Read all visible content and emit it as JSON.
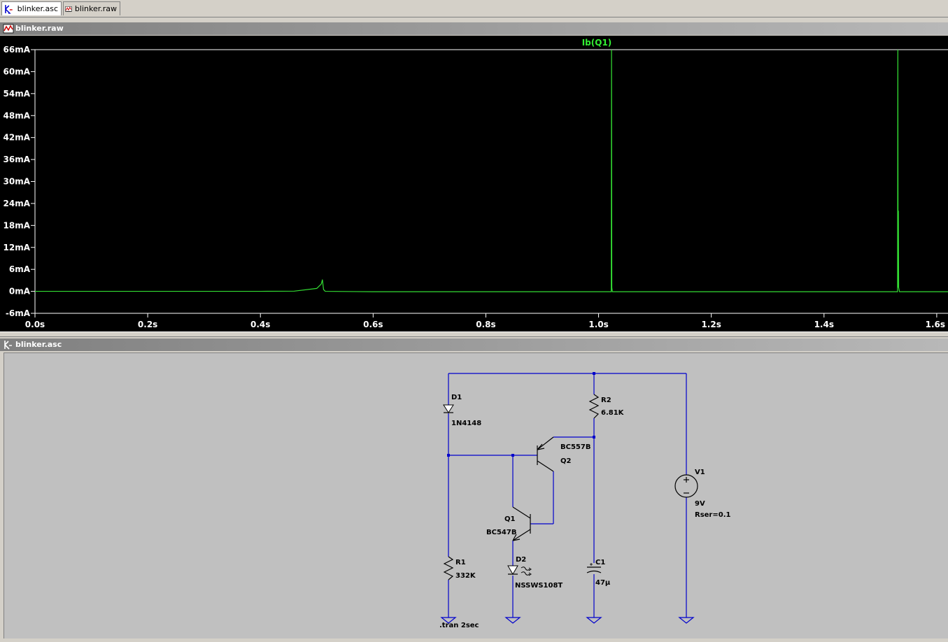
{
  "tabs": [
    {
      "label": "blinker.asc",
      "icon": "schematic-icon"
    },
    {
      "label": "blinker.raw",
      "icon": "waveform-icon"
    }
  ],
  "plot_window": {
    "title": "blinker.raw",
    "icon": "waveform-icon"
  },
  "schematic_window": {
    "title": "blinker.asc",
    "icon": "schematic-icon"
  },
  "colors": {
    "trace": "#33dd33",
    "trace_label": "#33ee33",
    "plot_axis": "#ffffff",
    "plot_bg": "#000000",
    "wire": "#0000cc",
    "schematic_bg": "#c0c0c0"
  },
  "chart_data": {
    "type": "line",
    "series": [
      {
        "name": "Ib(Q1)",
        "x": [
          0.0,
          0.1,
          0.2,
          0.3,
          0.4,
          0.46,
          0.5,
          0.508,
          0.51,
          0.512,
          0.515,
          0.6,
          0.8,
          1.0,
          1.0225,
          1.023,
          1.0235,
          1.0245,
          1.2,
          1.4,
          1.5305,
          1.531,
          1.5315,
          1.532,
          1.5325,
          1.534,
          1.6,
          1.62
        ],
        "y": [
          0.0,
          0.0,
          0.0,
          0.0,
          0.0,
          0.05,
          0.8,
          2.0,
          3.2,
          0.5,
          0.0,
          -0.1,
          -0.1,
          -0.1,
          -0.1,
          66.0,
          1.0,
          -0.1,
          -0.1,
          -0.1,
          -0.1,
          66.0,
          1.0,
          22.0,
          1.0,
          -0.1,
          -0.1,
          -0.1
        ]
      }
    ],
    "xlabel": "",
    "ylabel": "",
    "x_ticks": [
      "0.0s",
      "0.2s",
      "0.4s",
      "0.6s",
      "0.8s",
      "1.0s",
      "1.2s",
      "1.4s",
      "1.6s"
    ],
    "x_tick_values": [
      0.0,
      0.2,
      0.4,
      0.6,
      0.8,
      1.0,
      1.2,
      1.4,
      1.6
    ],
    "y_ticks": [
      "66mA",
      "60mA",
      "54mA",
      "48mA",
      "42mA",
      "36mA",
      "30mA",
      "24mA",
      "18mA",
      "12mA",
      "6mA",
      "0mA",
      "-6mA"
    ],
    "y_tick_values": [
      66,
      60,
      54,
      48,
      42,
      36,
      30,
      24,
      18,
      12,
      6,
      0,
      -6
    ],
    "xlim": [
      0.0,
      1.62
    ],
    "ylim": [
      -6,
      66
    ],
    "grid": false
  },
  "schematic": {
    "d1": {
      "ref": "D1",
      "value": "1N4148"
    },
    "r1": {
      "ref": "R1",
      "value": "332K"
    },
    "r2": {
      "ref": "R2",
      "value": "6.81K"
    },
    "q1": {
      "ref": "Q1",
      "value": "BC547B"
    },
    "q2": {
      "ref": "Q2",
      "value": "BC557B"
    },
    "d2": {
      "ref": "D2",
      "value": "NSSWS108T"
    },
    "c1": {
      "ref": "C1",
      "value": "47µ"
    },
    "v1": {
      "ref": "V1",
      "value": "9V",
      "param": "Rser=0.1"
    },
    "directive": ".tran 2sec"
  }
}
